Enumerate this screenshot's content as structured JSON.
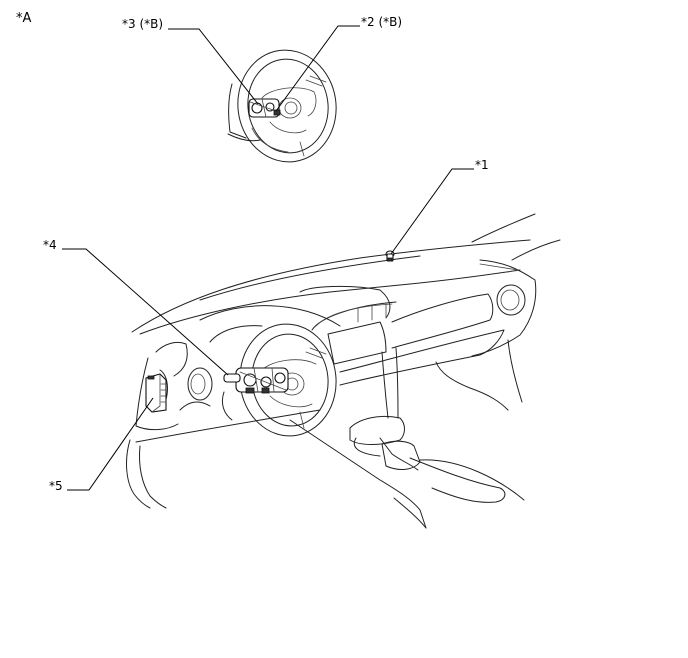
{
  "view_label": "*A",
  "callouts": [
    {
      "id": "c1",
      "text": "*1"
    },
    {
      "id": "c2",
      "text": "*2 (*B)"
    },
    {
      "id": "c3",
      "text": "*3 (*B)"
    },
    {
      "id": "c4",
      "text": "*4"
    },
    {
      "id": "c5",
      "text": "*5"
    }
  ]
}
